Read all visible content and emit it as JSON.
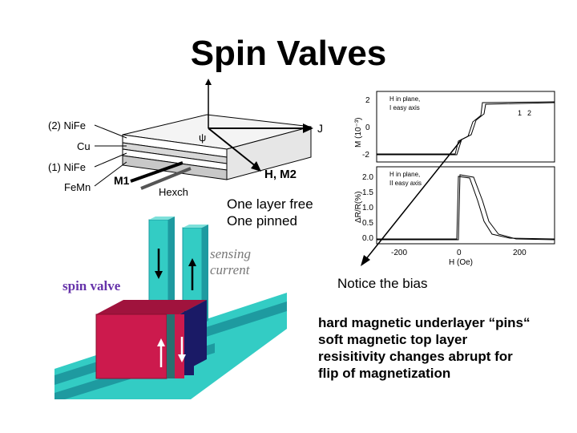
{
  "slide": {
    "title": "Spin Valves",
    "note_layers": [
      "One layer free",
      "One pinned"
    ],
    "note_bias": "Notice the bias",
    "bullets": [
      "hard magnetic underlayer “pins“",
      "soft magnetic top layer",
      "resisitivity changes abrupt for",
      "flip of magnetization"
    ]
  },
  "structure_diagram": {
    "layer_labels": [
      "(2) NiFe",
      "Cu",
      "(1) NiFe",
      "FeMn"
    ],
    "current_label": "J",
    "angle_label": "ψ",
    "h_m2_label": "H, M2",
    "m1_label": "M1",
    "hexch_label": "Hexch"
  },
  "magnetization_plot": {
    "ylabel": "M (10⁻³)",
    "yticks": [
      "2",
      "0",
      "-2"
    ],
    "annotation": [
      "H in plane,",
      "I easy axis"
    ],
    "branch_labels": [
      "1",
      "2"
    ]
  },
  "resistance_plot": {
    "ylabel": "ΔR/R(%)",
    "yticks": [
      "2.0",
      "1.5",
      "1.0",
      "0.5",
      "0.0"
    ],
    "xticks": [
      "-200",
      "0",
      "200"
    ],
    "xlabel": "H (Oe)",
    "annotation": [
      "H in plane,",
      "II easy axis"
    ]
  },
  "device_drawing": {
    "label": "spin valve",
    "sensing_label": [
      "sensing",
      "current"
    ]
  },
  "colors": {
    "cyan": "#33ccc4",
    "teal_stripe": "#1e9aa0",
    "crimson": "#cc1a4d",
    "navy": "#1a1a66",
    "purple_label": "#6633aa"
  }
}
